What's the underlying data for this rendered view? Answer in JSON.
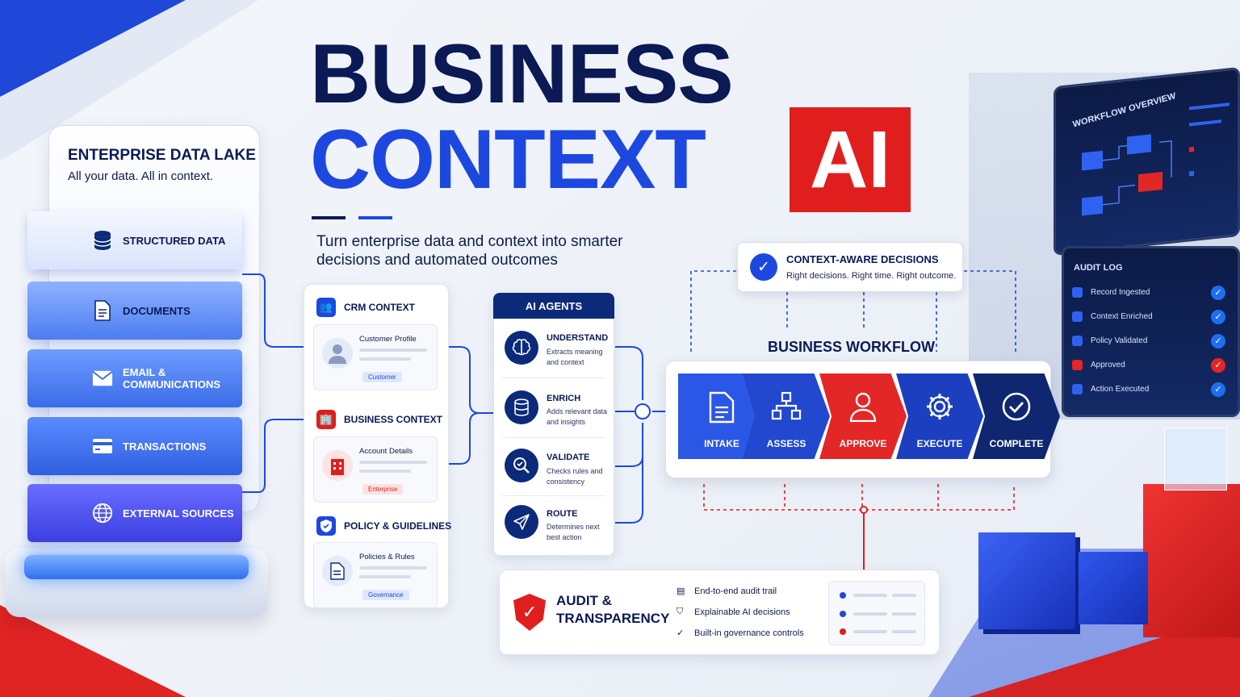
{
  "title": {
    "line1": "BUSINESS",
    "line2": "CONTEXT",
    "ai": "AI"
  },
  "subtitle": "Turn enterprise data and context into smarter decisions and automated outcomes",
  "data_lake": {
    "title": "ENTERPRISE DATA LAKE",
    "tagline": "All your data.  All in context.",
    "layers": [
      {
        "label": "STRUCTURED DATA",
        "icon": "database-icon"
      },
      {
        "label": "DOCUMENTS",
        "icon": "document-icon"
      },
      {
        "label": "EMAIL & COMMUNICATIONS",
        "icon": "mail-icon"
      },
      {
        "label": "TRANSACTIONS",
        "icon": "credit-card-icon"
      },
      {
        "label": "EXTERNAL SOURCES",
        "icon": "globe-icon"
      }
    ]
  },
  "contexts": [
    {
      "title": "CRM CONTEXT",
      "card": "Customer Profile",
      "tag": "Customer",
      "color": "#1d48e0",
      "icon": "users-icon"
    },
    {
      "title": "BUSINESS CONTEXT",
      "card": "Account Details",
      "tag": "Enterprise",
      "color": "#e01e1e",
      "icon": "building-icon"
    },
    {
      "title": "POLICY & GUIDELINES",
      "card": "Policies & Rules",
      "tag": "Governance",
      "color": "#1d48e0",
      "icon": "shield-icon"
    }
  ],
  "agents": {
    "title": "AI AGENTS",
    "items": [
      {
        "title": "UNDERSTAND",
        "desc": "Extracts meaning and context",
        "icon": "brain-icon"
      },
      {
        "title": "ENRICH",
        "desc": "Adds relevant data and insights",
        "icon": "database-icon"
      },
      {
        "title": "VALIDATE",
        "desc": "Checks rules and consistency",
        "icon": "magnifier-check-icon"
      },
      {
        "title": "ROUTE",
        "desc": "Determines next best action",
        "icon": "send-icon"
      }
    ]
  },
  "decisions": {
    "title": "CONTEXT-AWARE DECISIONS",
    "subtitle": "Right decisions. Right time. Right outcome."
  },
  "workflow": {
    "title": "BUSINESS WORKFLOW",
    "steps": [
      {
        "label": "INTAKE",
        "color": "#2b57e6",
        "icon": "document-icon"
      },
      {
        "label": "ASSESS",
        "color": "#2148cf",
        "icon": "hierarchy-icon"
      },
      {
        "label": "APPROVE",
        "color": "#e32626",
        "icon": "user-icon"
      },
      {
        "label": "EXECUTE",
        "color": "#1c3fbf",
        "icon": "gear-icon"
      },
      {
        "label": "COMPLETE",
        "color": "#0f2770",
        "icon": "check-circle-icon"
      }
    ]
  },
  "audit": {
    "title": "AUDIT & TRANSPARENCY",
    "items": [
      "End-to-end audit trail",
      "Explainable AI decisions",
      "Built-in governance controls"
    ]
  },
  "monitor": {
    "overview_title": "WORKFLOW OVERVIEW",
    "log_title": "AUDIT LOG",
    "log": [
      {
        "label": "Record Ingested",
        "status": "#1d6ff0"
      },
      {
        "label": "Context Enriched",
        "status": "#1d6ff0"
      },
      {
        "label": "Policy Validated",
        "status": "#1d6ff0"
      },
      {
        "label": "Approved",
        "status": "#e32626"
      },
      {
        "label": "Action Executed",
        "status": "#1d6ff0"
      }
    ]
  }
}
